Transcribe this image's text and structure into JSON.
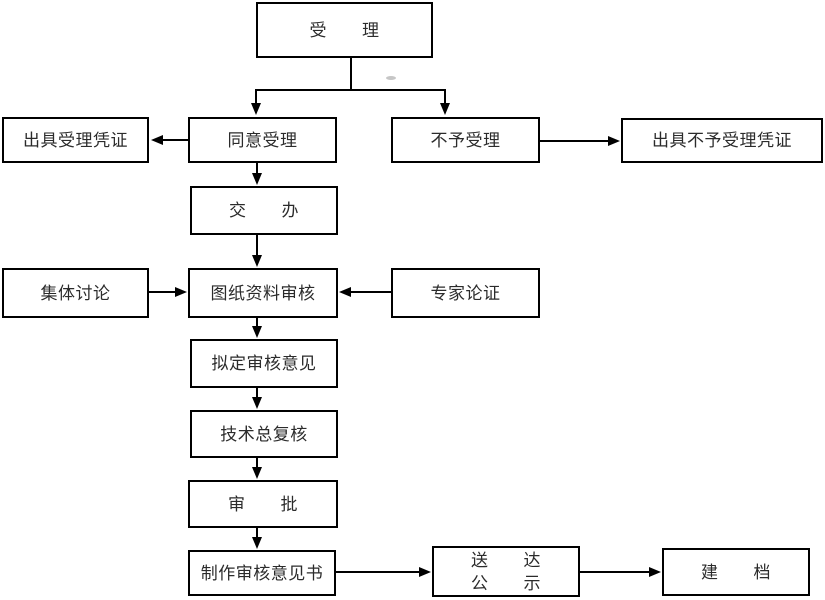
{
  "palette": {
    "background": "#ffffff",
    "box_border": "#000000",
    "box_fill": "#ffffff",
    "line_color": "#000000",
    "text_color": "#2b2b2b"
  },
  "flowchart": {
    "nodes": [
      {
        "id": "accept",
        "label": "受　　理"
      },
      {
        "id": "issue-acceptance-receipt",
        "label": "出具受理凭证"
      },
      {
        "id": "agree-accept",
        "label": "同意受理"
      },
      {
        "id": "reject-accept",
        "label": "不予受理"
      },
      {
        "id": "issue-rejection-receipt",
        "label": "出具不予受理凭证"
      },
      {
        "id": "assign",
        "label": "交　　办"
      },
      {
        "id": "group-discussion",
        "label": "集体讨论"
      },
      {
        "id": "drawing-material-review",
        "label": "图纸资料审核"
      },
      {
        "id": "expert-demonstration",
        "label": "专家论证"
      },
      {
        "id": "draft-review-opinion",
        "label": "拟定审核意见"
      },
      {
        "id": "technical-final-review",
        "label": "技术总复核"
      },
      {
        "id": "approval",
        "label": "审　　批"
      },
      {
        "id": "prepare-review-report",
        "label": "制作审核意见书"
      },
      {
        "id": "deliver-publicize",
        "label": "送　　达\n公　　示"
      },
      {
        "id": "archive",
        "label": "建　　档"
      }
    ],
    "edges": [
      {
        "from": "accept",
        "to": "agree-accept"
      },
      {
        "from": "accept",
        "to": "reject-accept"
      },
      {
        "from": "agree-accept",
        "to": "issue-acceptance-receipt"
      },
      {
        "from": "reject-accept",
        "to": "issue-rejection-receipt"
      },
      {
        "from": "agree-accept",
        "to": "assign"
      },
      {
        "from": "assign",
        "to": "drawing-material-review"
      },
      {
        "from": "group-discussion",
        "to": "drawing-material-review"
      },
      {
        "from": "expert-demonstration",
        "to": "drawing-material-review"
      },
      {
        "from": "drawing-material-review",
        "to": "draft-review-opinion"
      },
      {
        "from": "draft-review-opinion",
        "to": "technical-final-review"
      },
      {
        "from": "technical-final-review",
        "to": "approval"
      },
      {
        "from": "approval",
        "to": "prepare-review-report"
      },
      {
        "from": "prepare-review-report",
        "to": "deliver-publicize"
      },
      {
        "from": "deliver-publicize",
        "to": "archive"
      }
    ]
  }
}
